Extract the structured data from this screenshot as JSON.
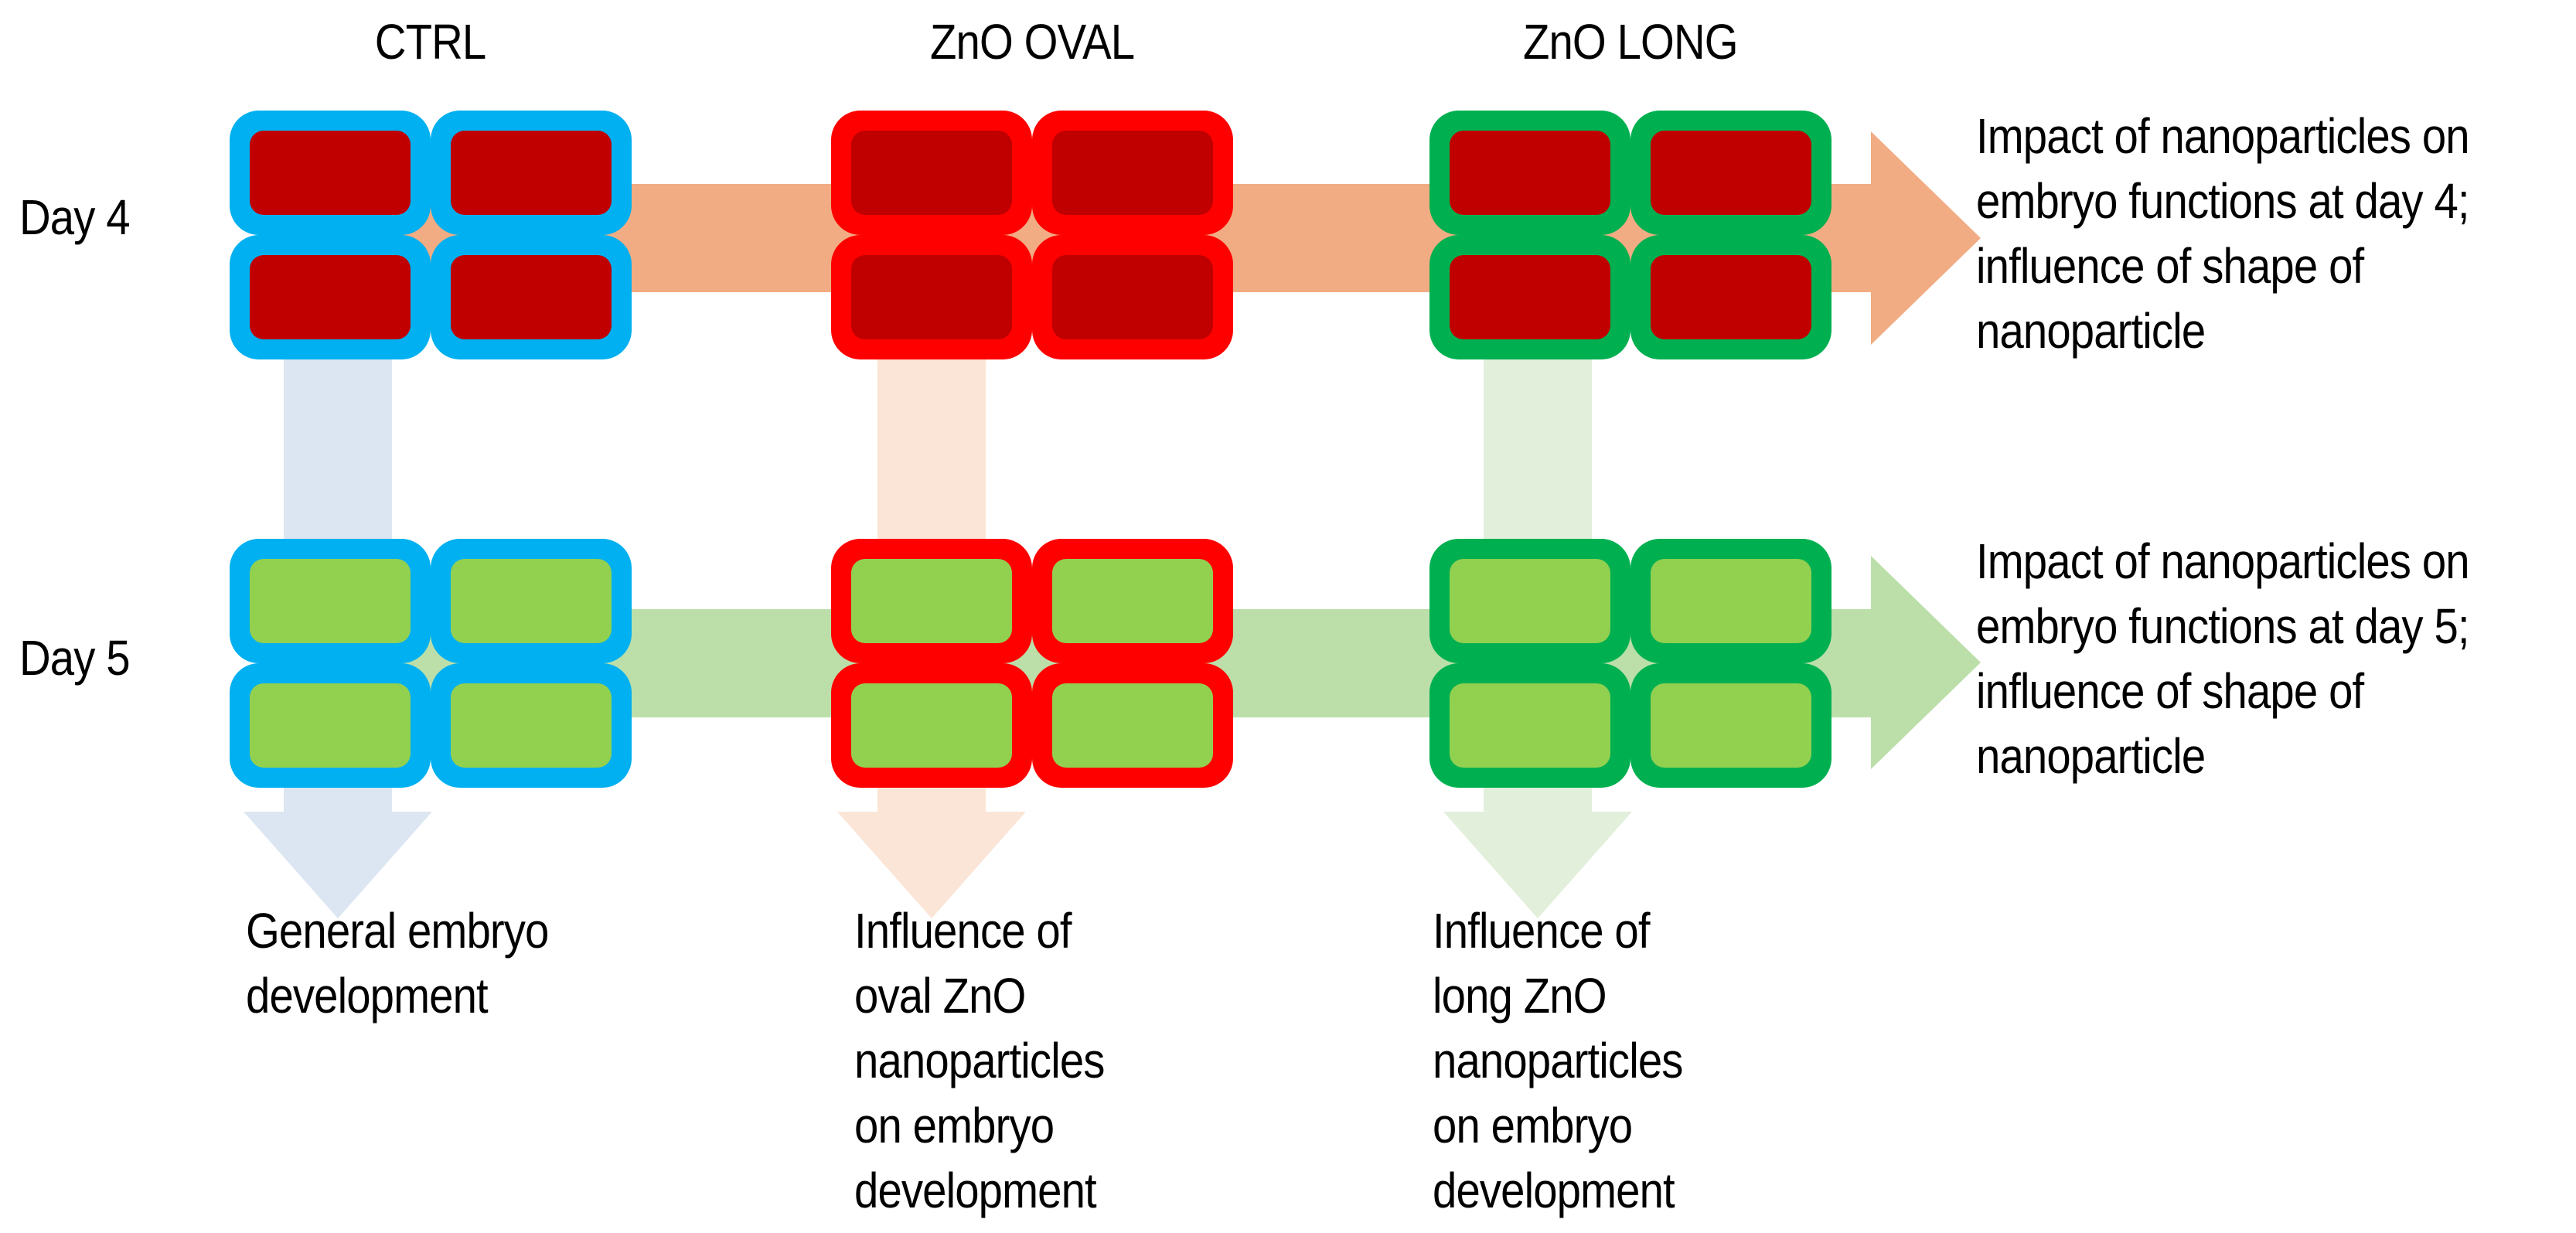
{
  "figure": {
    "kind": "experimental-design-diagram",
    "background": "#ffffff",
    "text_color": "#000000"
  },
  "columns": [
    {
      "key": "ctrl",
      "title": "CTRL",
      "border_color": "#00B0F0",
      "vertical_arrow_color": "#DCE6F2",
      "bottom_note_lines": [
        "General embryo",
        "development"
      ]
    },
    {
      "key": "zno_oval",
      "title": "ZnO OVAL",
      "border_color": "#FF0000",
      "vertical_arrow_color": "#FBE5D6",
      "bottom_note_lines": [
        "Influence of",
        "oval ZnO",
        "nanoparticles",
        "on embryo",
        "development"
      ]
    },
    {
      "key": "zno_long",
      "title": "ZnO LONG",
      "border_color": "#00B050",
      "vertical_arrow_color": "#E2EFDA",
      "bottom_note_lines": [
        "Influence of",
        "long ZnO",
        "nanoparticles",
        "on embryo",
        "development"
      ]
    }
  ],
  "rows": [
    {
      "key": "day4",
      "label": "Day 4",
      "cell_color": "#C00000",
      "arrow_color": "#F2AC83",
      "note_lines": [
        "Impact of nanoparticles on",
        "embryo functions at day 4;",
        "influence of shape of",
        "nanoparticle"
      ]
    },
    {
      "key": "day5",
      "label": "Day 5",
      "cell_color": "#92D050",
      "arrow_color": "#BCDFAA",
      "note_lines": [
        "Impact of nanoparticles on",
        "embryo functions at day 5;",
        "influence of shape of",
        "nanoparticle"
      ]
    }
  ],
  "grid": {
    "block_layout": "2x2",
    "cells_per_block": 4,
    "blocks_per_row": 3
  }
}
